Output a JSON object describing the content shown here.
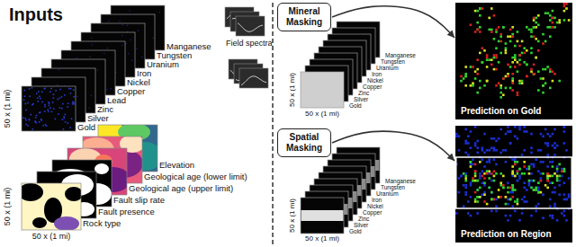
{
  "diagram": {
    "title": "Inputs",
    "nodes": [
      {
        "text": [
          "Mineral Masking"
        ]
      },
      {
        "text": [
          "Prediction on Gold"
        ]
      },
      {
        "text": [
          "Spatial Masking"
        ]
      },
      {
        "text": [
          "Prediction on Region"
        ]
      }
    ],
    "edges": [
      {
        "from": 0,
        "to": 1,
        "arrow": "to"
      },
      {
        "from": 2,
        "to": 3,
        "arrow": "to"
      }
    ],
    "labels": [
      "Manganese",
      "Tungsten",
      "Uranium",
      "Iron",
      "Nickel",
      "Copper",
      "Lead",
      "Zinc",
      "Silver",
      "Gold",
      "Field spectra",
      "Elevation",
      "Geological age (lower limit)",
      "Geological age (upper limit)",
      "Fault slip rate",
      "Fault presence",
      "Rock type",
      "50 x (1 mi)",
      "50 x (1 mi)",
      "50 x (1 mi)",
      "Manganese",
      "Tungsten",
      "Uranium",
      "Iron",
      "Nickel",
      "Copper",
      "Zinc",
      "Silver",
      "Gold",
      "50 x (1 mi)",
      "50 x (1 mi)",
      "Manganese",
      "Tungsten",
      "Uranium",
      "Iron",
      "Nickel",
      "Copper",
      "Zinc",
      "Silver",
      "Gold",
      "50 x (1 mi)",
      "50 x (1 mi)"
    ]
  }
}
